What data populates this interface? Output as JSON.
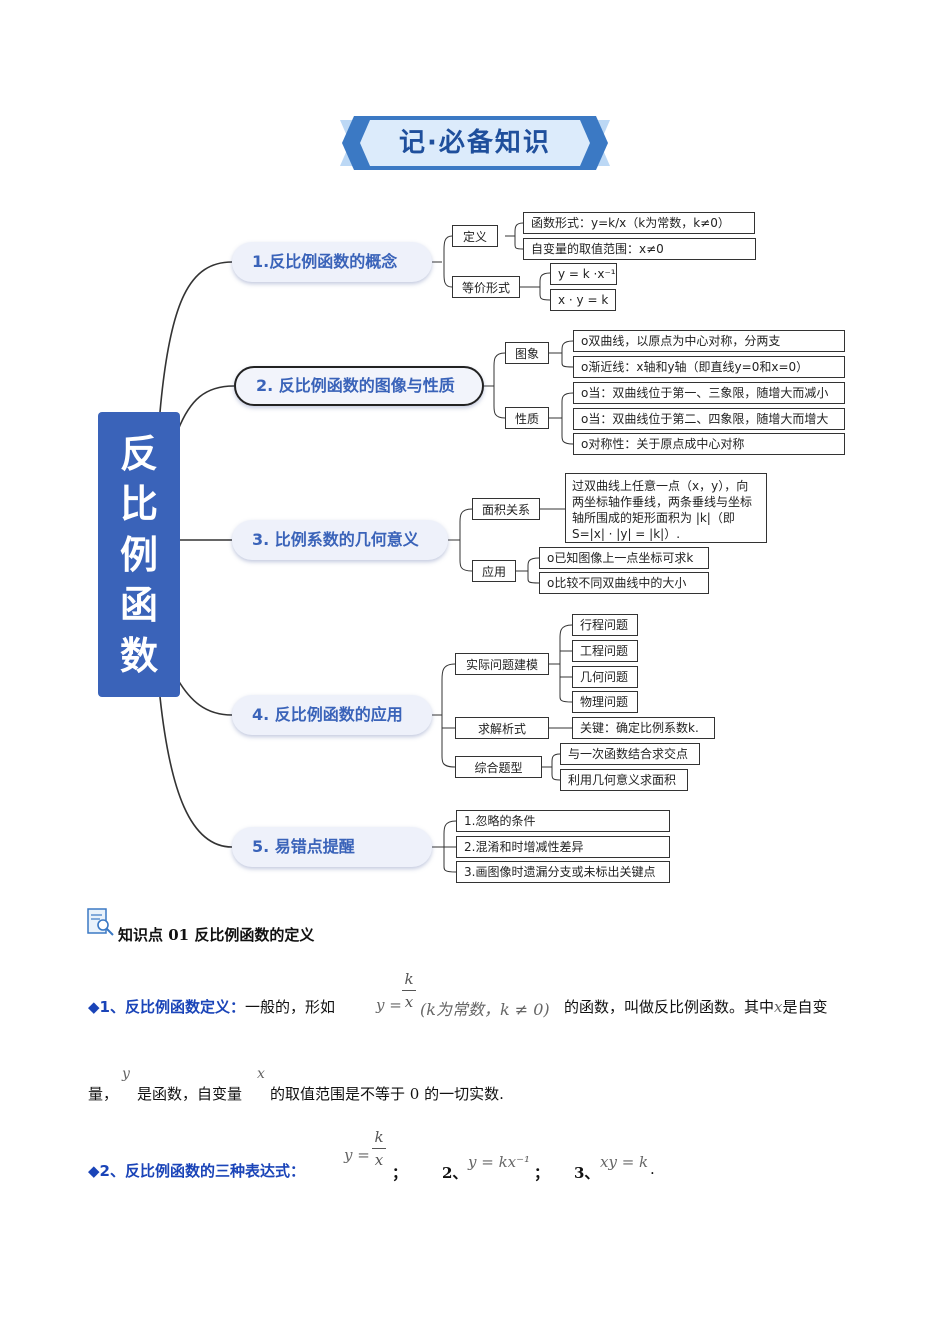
{
  "banner": {
    "title": "记·必备知识"
  },
  "mindmap": {
    "center": [
      "反",
      "比",
      "例",
      "函",
      "数"
    ],
    "branches": [
      {
        "title": "1.反比例函数的概念",
        "groups": [
          {
            "label": "定义",
            "items": [
              "函数形式：y=k/x（k为常数，k≠0）",
              "自变量的取值范围：x≠0"
            ]
          },
          {
            "label": "等价形式",
            "items": [
              "y = k ·x⁻¹",
              "x · y = k"
            ]
          }
        ]
      },
      {
        "title": "2. 反比例函数的图像与性质",
        "groups": [
          {
            "label": "图象",
            "items": [
              "o双曲线，以原点为中心对称，分两支",
              "o渐近线：x轴和y轴（即直线y=0和x=0）"
            ]
          },
          {
            "label": "性质",
            "items": [
              "o当：双曲线位于第一、三象限，随增大而减小",
              "o当：双曲线位于第二、四象限，随增大而增大",
              "o对称性：关于原点成中心对称"
            ]
          }
        ]
      },
      {
        "title": "3. 比例系数的几何意义",
        "groups": [
          {
            "label": "面积关系",
            "items": [
              "过双曲线上任意一点（x，y），向两坐标轴作垂线，两条垂线与坐标轴所围成的矩形面积为 |k|（即S=|x| · |y| = |k|）."
            ]
          },
          {
            "label": "应用",
            "items": [
              "o已知图像上一点坐标可求k",
              "o比较不同双曲线中的大小"
            ]
          }
        ]
      },
      {
        "title": "4. 反比例函数的应用",
        "groups": [
          {
            "label": "实际问题建模",
            "items": [
              "行程问题",
              "工程问题",
              "几何问题",
              "物理问题"
            ]
          },
          {
            "label": "求解析式",
            "items": [
              "关键：确定比例系数k."
            ]
          },
          {
            "label": "综合题型",
            "items": [
              "与一次函数结合求交点",
              "利用几何意义求面积"
            ]
          }
        ]
      },
      {
        "title": "5. 易错点提醒",
        "groups": [
          {
            "label": "",
            "items": [
              "1.忽略的条件",
              "2.混淆和时增减性差异",
              "3.画图像时遗漏分支或未标出关键点"
            ]
          }
        ]
      }
    ]
  },
  "knowledge": {
    "heading": "知识点 01  反比例函数的定义",
    "def": {
      "label": "◆1、反比例函数定义：",
      "text_a": "一般的，形如",
      "formula_lhs": "y =",
      "frac_num": "k",
      "frac_den": "x",
      "formula_cond": "(k为常数，k ≠ 0)",
      "text_b": "的函数，叫做反比例函数。其中",
      "var_x": "x",
      "text_c": "是自变",
      "text_d": "量，",
      "var_y": "y",
      "text_e": "是函数，自变量",
      "var_x2": "x",
      "text_f": "的取值范围是不等于 0 的一切实数."
    },
    "forms": {
      "label": "◆2、反比例函数的三种表达式：",
      "f1_lhs": "y =",
      "f1_num": "k",
      "f1_den": "x",
      "sep1": "；",
      "n2": "2、",
      "f2": "y = kx⁻¹",
      "sep2": "；",
      "n3": "3、",
      "f3": "xy = k",
      "end": "."
    }
  },
  "colors": {
    "accent": "#3a63b9",
    "banner_dark": "#1f4f9c",
    "banner_light": "#bcd8f5",
    "pill_bg": "#eef1fa"
  }
}
